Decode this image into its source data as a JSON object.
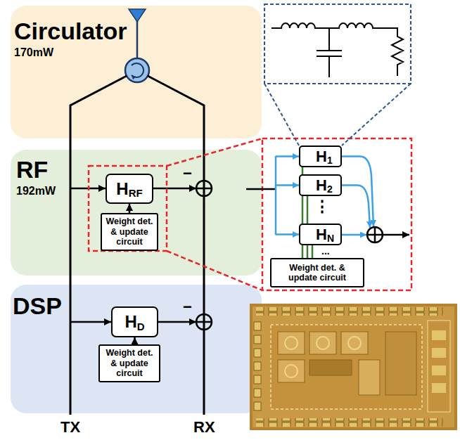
{
  "diagram": {
    "nodes": [
      {
        "text": [
          "Circulator",
          "170mW"
        ]
      },
      {
        "text": [
          "RF",
          "192mW"
        ]
      },
      {
        "text": [
          "H",
          "RF"
        ],
        "in": 1
      },
      {
        "text": [
          "Weight det. & update circuit"
        ],
        "in": 1
      },
      {
        "text": [
          "DSP"
        ]
      },
      {
        "text": [
          "H",
          "D"
        ],
        "in": 4
      },
      {
        "text": [
          "Weight det. & update circuit"
        ],
        "in": 4
      },
      {
        "text": [
          "H",
          "1"
        ]
      },
      {
        "text": [
          "H",
          "2"
        ]
      },
      {
        "text": [
          "H",
          "N"
        ]
      },
      {
        "text": [
          "Weight det. & update circuit"
        ]
      }
    ],
    "edges": [
      {
        "from": 3,
        "to": 2,
        "arrow": "to"
      },
      {
        "from": 6,
        "to": 5,
        "arrow": "to"
      },
      {
        "from": 10,
        "to": 7,
        "arrow": "none"
      },
      {
        "from": 10,
        "to": 8,
        "arrow": "none"
      },
      {
        "from": 10,
        "to": 9,
        "arrow": "none"
      }
    ],
    "labels": [
      "TX",
      "RX",
      "−",
      "−",
      "⋮",
      "..."
    ]
  }
}
